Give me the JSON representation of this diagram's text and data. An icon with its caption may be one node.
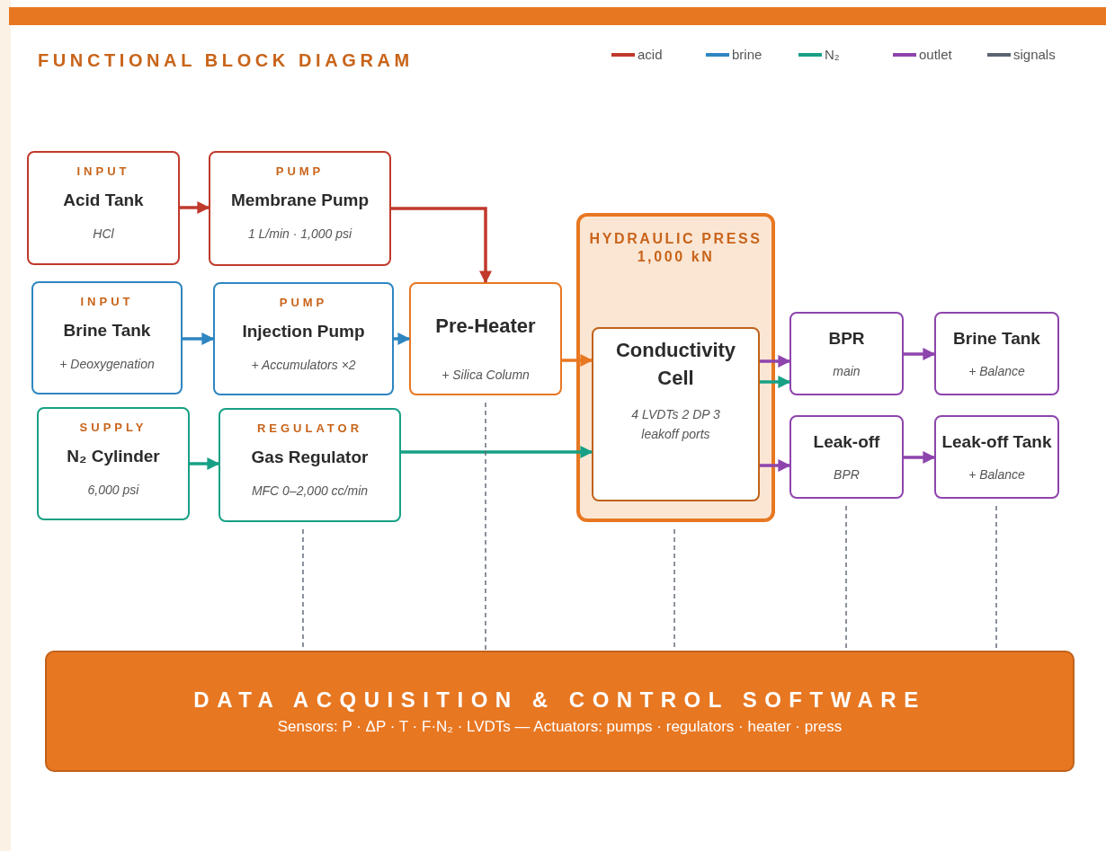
{
  "diagram": {
    "title": "FUNCTIONAL BLOCK DIAGRAM",
    "nodes": [
      {
        "text": [
          "INPUT",
          "Acid Tank",
          "HCl"
        ]
      },
      {
        "text": [
          "PUMP",
          "Membrane Pump",
          "1 L/min · 1,000 psi"
        ]
      },
      {
        "text": [
          "INPUT",
          "Brine Tank",
          "+ Deoxygenation"
        ]
      },
      {
        "text": [
          "PUMP",
          "Injection Pump",
          "+ Accumulators ×2"
        ]
      },
      {
        "text": [
          "Pre-Heater",
          "+ Silica Column"
        ]
      },
      {
        "text": [
          "SUPPLY",
          "N₂ Cylinder",
          "6,000 psi"
        ]
      },
      {
        "text": [
          "REGULATOR",
          "Gas Regulator",
          "MFC 0–2,000 cc/min"
        ]
      },
      {
        "text": [
          "HYDRAULIC PRESS",
          "1,000 kN"
        ]
      },
      {
        "text": [
          "Conductivity Cell",
          "4 LVDTs 2 DP 3 leakoff ports"
        ],
        "in": 7
      },
      {
        "text": [
          "BPR",
          "main"
        ]
      },
      {
        "text": [
          "Brine Tank",
          "+ Balance"
        ]
      },
      {
        "text": [
          "Leak-off",
          "BPR"
        ]
      },
      {
        "text": [
          "Leak-off Tank",
          "+ Balance"
        ]
      },
      {
        "text": [
          "DATA ACQUISITION & CONTROL SOFTWARE",
          "Sensors: P · ΔP · T · F·N₂ · LVDTs — Actuators: pumps · regulators · heater · press"
        ]
      }
    ],
    "edges": [
      {
        "from": 0,
        "to": 1,
        "arrow": "to",
        "color": "#c0392b"
      },
      {
        "from": 1,
        "to": 4,
        "arrow": "to",
        "color": "#c0392b"
      },
      {
        "from": 2,
        "to": 3,
        "arrow": "to",
        "color": "#2e86c1"
      },
      {
        "from": 3,
        "to": 4,
        "arrow": "to",
        "color": "#2e86c1"
      },
      {
        "from": 4,
        "to": 8,
        "arrow": "to",
        "color": "#e87722"
      },
      {
        "from": 5,
        "to": 6,
        "arrow": "to",
        "color": "#17a085"
      },
      {
        "from": 6,
        "to": 8,
        "arrow": "to",
        "color": "#17a085"
      },
      {
        "from": 8,
        "to": 9,
        "arrow": "to",
        "color": "#8e44ad"
      },
      {
        "from": 8,
        "to": 9,
        "arrow": "to",
        "color": "#17a085"
      },
      {
        "from": 8,
        "to": 11,
        "arrow": "to",
        "color": "#8e44ad"
      },
      {
        "from": 9,
        "to": 10,
        "arrow": "to",
        "color": "#8e44ad"
      },
      {
        "from": 11,
        "to": 12,
        "arrow": "to",
        "color": "#8e44ad"
      },
      {
        "from": 6,
        "to": 13,
        "arrow": "none",
        "style": "dashed",
        "color": "#5a6472"
      },
      {
        "from": 4,
        "to": 13,
        "arrow": "none",
        "style": "dashed",
        "color": "#5a6472"
      },
      {
        "from": 7,
        "to": 13,
        "arrow": "none",
        "style": "dashed",
        "color": "#5a6472"
      },
      {
        "from": 11,
        "to": 13,
        "arrow": "none",
        "style": "dashed",
        "color": "#5a6472"
      },
      {
        "from": 12,
        "to": 13,
        "arrow": "none",
        "style": "dashed",
        "color": "#5a6472"
      }
    ],
    "legend": [
      {
        "text": "acid",
        "color": "#c0392b"
      },
      {
        "text": "brine",
        "color": "#2e86c1"
      },
      {
        "text": "N₂",
        "color": "#17a085"
      },
      {
        "text": "outlet",
        "color": "#8e44ad"
      },
      {
        "text": "signals",
        "color": "#5a6472"
      }
    ]
  }
}
